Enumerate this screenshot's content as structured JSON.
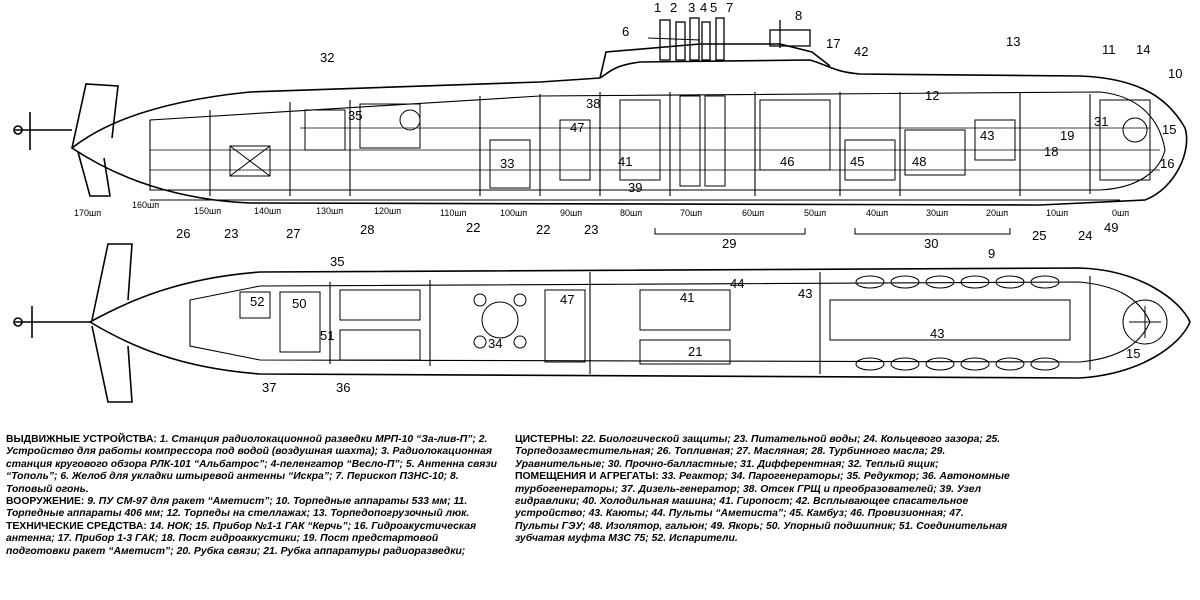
{
  "side_view": {
    "callouts": [
      "1",
      "2",
      "3",
      "4",
      "5",
      "7",
      "8",
      "6",
      "17",
      "42",
      "13",
      "11",
      "14",
      "10",
      "32",
      "12",
      "38",
      "47",
      "35",
      "33",
      "41",
      "45",
      "43",
      "46",
      "48",
      "15",
      "18",
      "19",
      "31",
      "16",
      "39",
      "26",
      "23",
      "27",
      "28",
      "22",
      "22",
      "23",
      "25",
      "24",
      "49",
      "29",
      "30"
    ],
    "frames": [
      "170шп",
      "160шп",
      "150шп",
      "140шп",
      "130шп",
      "120шп",
      "110шп",
      "100шп",
      "90шп",
      "80шп",
      "70шп",
      "60шп",
      "50шп",
      "40шп",
      "30шп",
      "20шп",
      "10шп",
      "0шп"
    ]
  },
  "plan_view": {
    "callouts": [
      "35",
      "9",
      "52",
      "50",
      "47",
      "41",
      "44",
      "43",
      "43",
      "34",
      "51",
      "37",
      "36",
      "21",
      "15"
    ]
  },
  "legend": {
    "left": [
      {
        "head": "ВЫДВИЖНЫЕ УСТРОЙСТВА:",
        "text": " 1. Станция радиолокационной разведки МРП-10 “За-лив-П”; 2. Устройство для работы компрессора под водой (воздушная шахта); 3. Радиолокационная станция кругового обзора РЛК-101 “Альбатрос”; 4-пеленгатор “Весло-П”; 5. Антенна связи “Тополь”; 6. Желоб для укладки штыревой антенны “Искра”; 7. Перископ ПЗНС-10; 8. Топовый огонь."
      },
      {
        "head": "ВООРУЖЕНИЕ:",
        "text": " 9. ПУ СМ-97 для ракет “Аметист”; 10. Торпедные аппараты 533 мм; 11. Торпедные аппараты 406 мм; 12. Торпеды на стеллажах; 13. Торпедопогрузочный люк."
      },
      {
        "head": "ТЕХНИЧЕСКИЕ СРЕДСТВА:",
        "text": " 14. НОК; 15. Прибор №1-1 ГАК “Керчь”; 16. Гидроакустическая антенна; 17. Прибор 1-3 ГАК; 18. Пост гидроаккустики; 19. Пост предстартовой подготовки ракет “Аметист”; 20. Рубка связи; 21. Рубка аппаратуры радиоразведки;"
      }
    ],
    "right": [
      {
        "head": "ЦИСТЕРНЫ:",
        "text": " 22. Биологической защиты; 23. Питательной воды; 24. Кольцевого зазора; 25. Торпедозаместительная; 26. Топливная; 27. Масляная; 28. Турбинного масла; 29. Уравнительные; 30. Прочно-балластные; 31. Дифферентная; 32. Теплый ящик;"
      },
      {
        "head": "ПОМЕЩЕНИЯ И АГРЕГАТЫ:",
        "text": " 33. Реактор; 34. Парогенераторы; 35. Редуктор; 36. Автономные турбогенераторы; 37. Дизель-генератор; 38. Отсек ГРЩ и преобразователей; 39. Узел гидравлики; 40. Холодильная машина; 41. Гиропост; 42. Всплывающее спасательное устройство; 43. Каюты; 44. Пульты “Аметиста”; 45. Камбуз; 46. Провизионная; 47. Пульты ГЭУ; 48. Изолятор, гальюн; 49. Якорь; 50. Упорный подшипник; 51. Соединительная зубчатая муфта МЗС 75; 52. Испарители."
      }
    ]
  }
}
